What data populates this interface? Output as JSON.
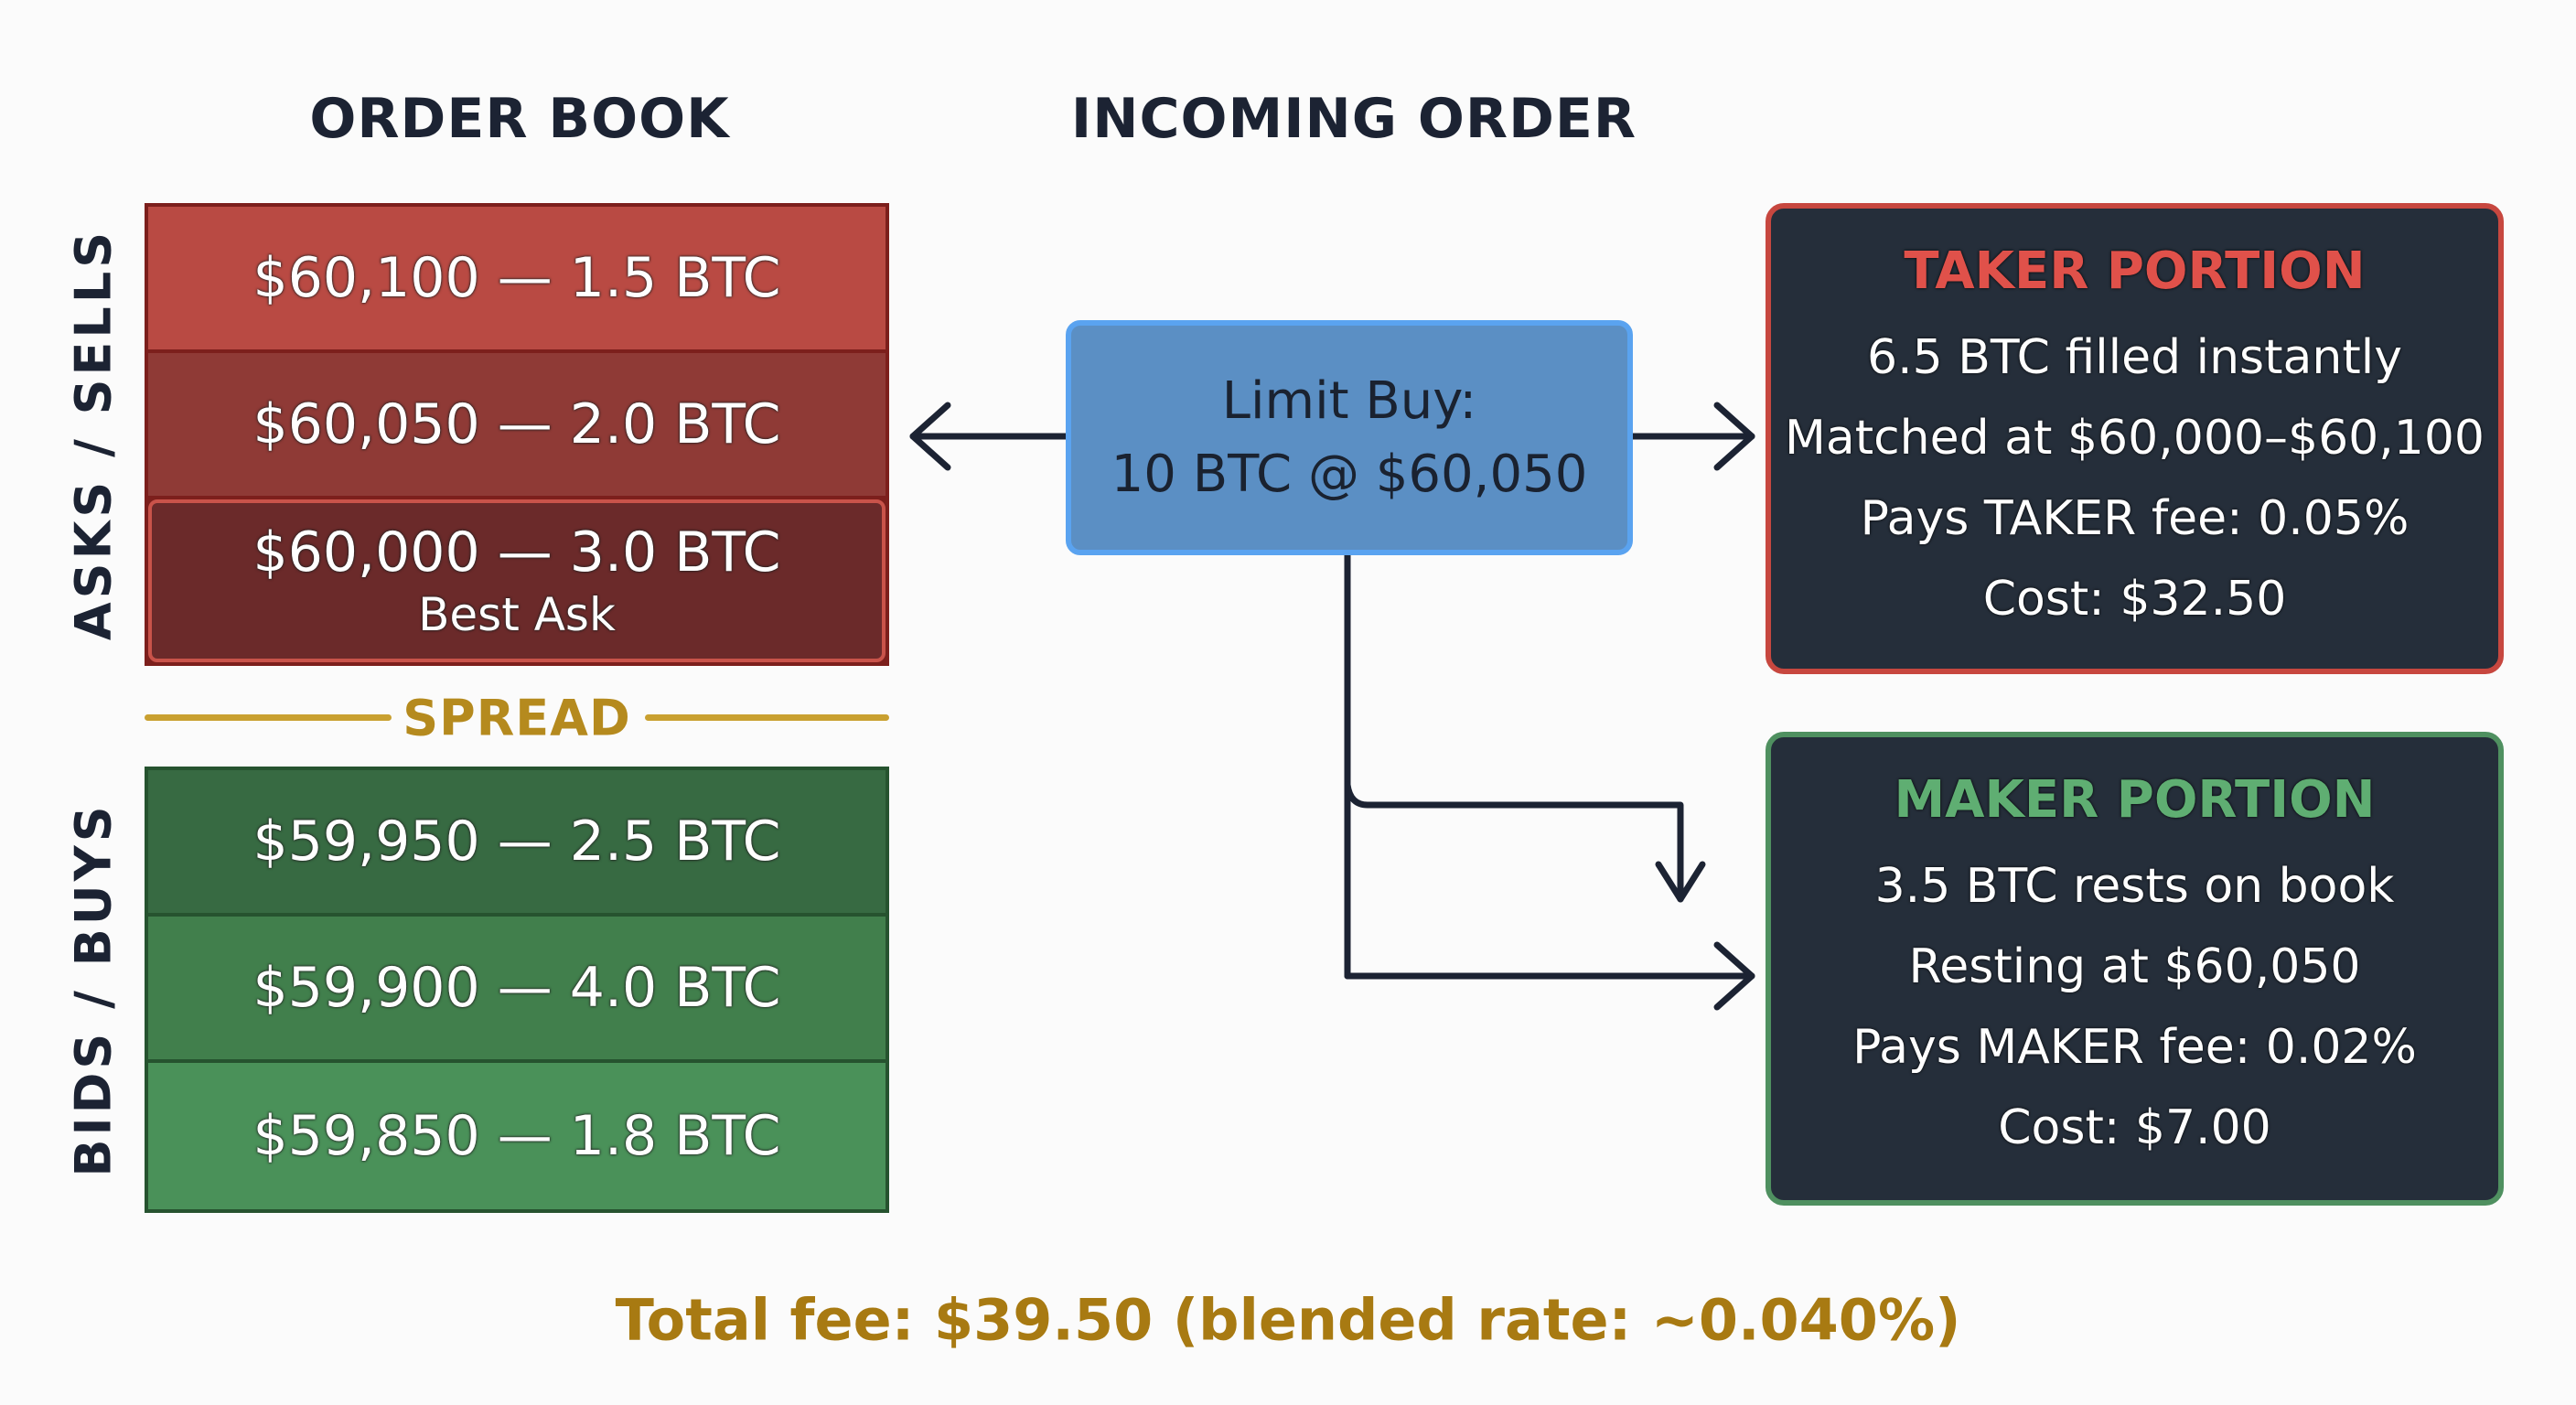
{
  "headings": {
    "order_book": "ORDER BOOK",
    "incoming_order": "INCOMING ORDER"
  },
  "side_labels": {
    "asks": "ASKS / SELLS",
    "bids": "BIDS / BUYS"
  },
  "asks": [
    {
      "label": "$60,100 — 1.5 BTC",
      "price": "$60,100",
      "size": "1.5 BTC",
      "color": "#b94a43"
    },
    {
      "label": "$60,050 — 2.0 BTC",
      "price": "$60,050",
      "size": "2.0 BTC",
      "color": "#8f3a36"
    },
    {
      "label": "$60,000 — 3.0 BTC",
      "price": "$60,000",
      "size": "3.0 BTC",
      "sublabel": "Best Ask",
      "color": "#6b2a2a"
    }
  ],
  "spread": {
    "label": "SPREAD",
    "color": "#c9a030"
  },
  "bids": [
    {
      "label": "$59,950 — 2.5 BTC",
      "price": "$59,950",
      "size": "2.5 BTC",
      "color": "#376a42"
    },
    {
      "label": "$59,900 — 4.0 BTC",
      "price": "$59,900",
      "size": "4.0 BTC",
      "color": "#417f4c"
    },
    {
      "label": "$59,850 — 1.8 BTC",
      "price": "$59,850",
      "size": "1.8 BTC",
      "color": "#4a9159"
    }
  ],
  "incoming_order": {
    "line1": "Limit Buy:",
    "line2": "10 BTC @ $60,050",
    "color": "#5b8fc4"
  },
  "taker": {
    "title": "TAKER PORTION",
    "title_color": "#e0514a",
    "lines": [
      "6.5 BTC filled instantly",
      "Matched at $60,000–$60,100",
      "Pays TAKER fee: 0.05%",
      "Cost: $32.50"
    ]
  },
  "maker": {
    "title": "MAKER PORTION",
    "title_color": "#5fae72",
    "lines": [
      "3.5 BTC rests on book",
      "Resting at $60,050",
      "Pays MAKER fee: 0.02%",
      "Cost: $7.00"
    ]
  },
  "total": {
    "label": "Total fee: $39.50 (blended rate: ~0.040%)",
    "color": "#a87a12"
  }
}
